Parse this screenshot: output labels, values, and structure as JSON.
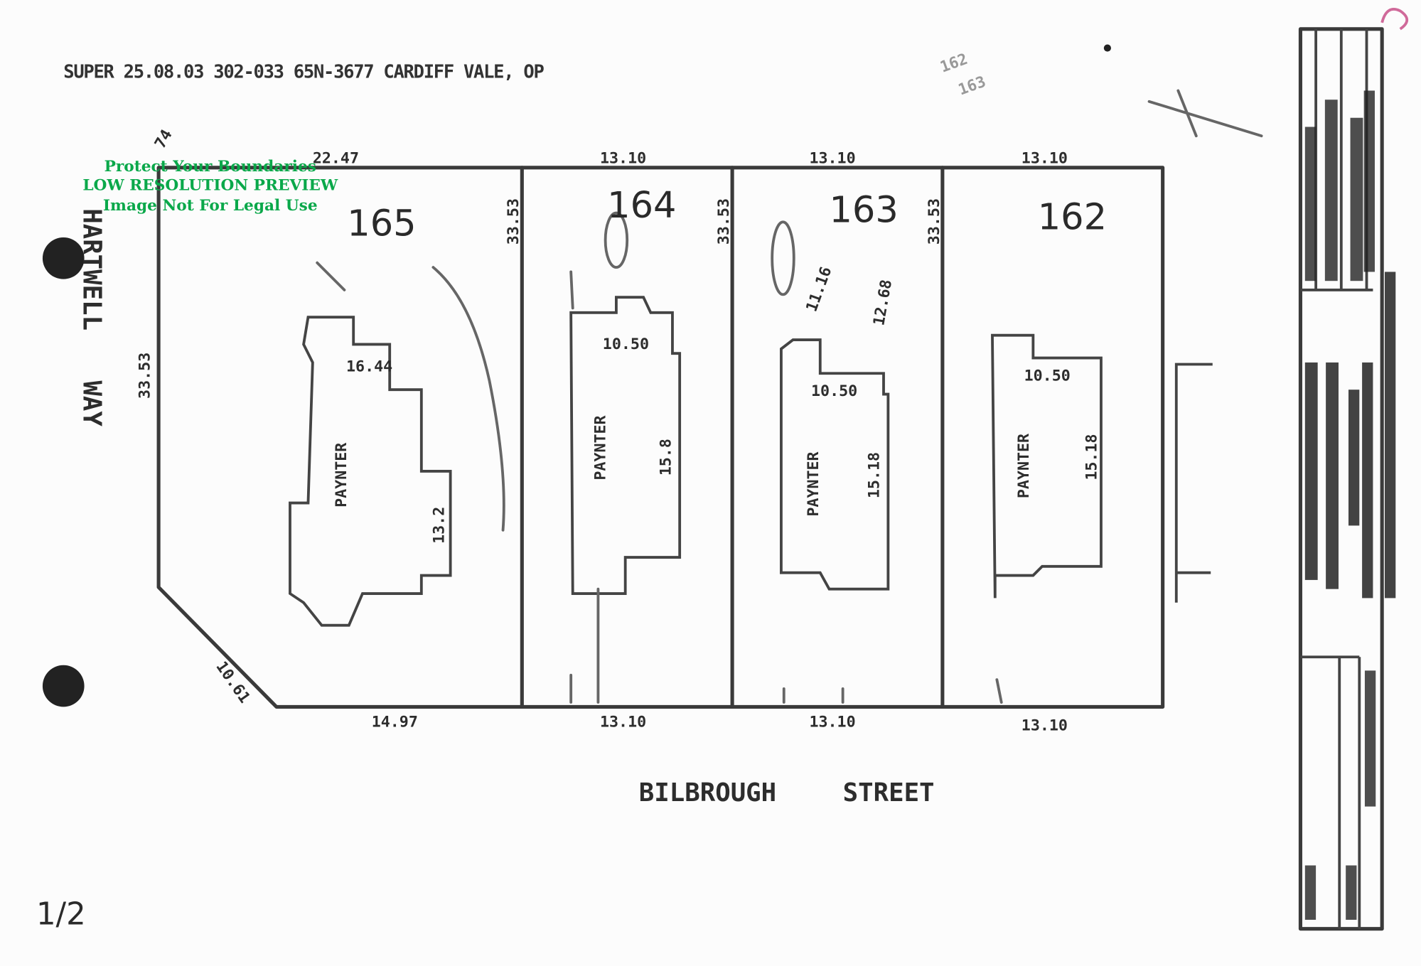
{
  "header": {
    "plan_reference": "SUPER 25.08.03 302-033 65N-3677 CARDIFF VALE, OP"
  },
  "watermark": {
    "line1": "Protect Your Boundaries",
    "line2": "LOW RESOLUTION PREVIEW",
    "line3": "Image Not For Legal Use"
  },
  "streets": {
    "side_street_name": "HARTWELL",
    "side_street_type": "WAY",
    "front_street_name": "BILBROUGH",
    "front_street_type": "STREET"
  },
  "lots": [
    {
      "number": "165",
      "frontage": "14.97",
      "rear": "22.47",
      "corner_splay": "10.61",
      "side": "33.53",
      "building": "PAYNTER",
      "building_dim": "16.44",
      "building_depth": "13.2"
    },
    {
      "number": "164",
      "frontage": "13.10",
      "rear": "13.10",
      "side": "33.53",
      "building": "PAYNTER",
      "building_dim": "10.50",
      "building_depth": "15.8"
    },
    {
      "number": "163",
      "frontage": "13.10",
      "rear": "13.10",
      "side": "33.53",
      "building": "PAYNTER",
      "building_dim": "10.50",
      "building_depth": "15.18",
      "handwritten": "11.16",
      "handwritten2": "12.68"
    },
    {
      "number": "162",
      "frontage": "13.10",
      "rear": "13.10",
      "side": "33.53",
      "building": "PAYNTER",
      "building_dim": "10.50",
      "building_depth": "15.18"
    }
  ],
  "annotations": {
    "top_right_note_1": "162",
    "top_right_note_2": "163",
    "corner_mark": "74",
    "page_mark": "1/2"
  },
  "colors": {
    "ink": "#3a3a3a",
    "watermark": "#0aa84a",
    "pink_mark": "#d06a9a"
  }
}
